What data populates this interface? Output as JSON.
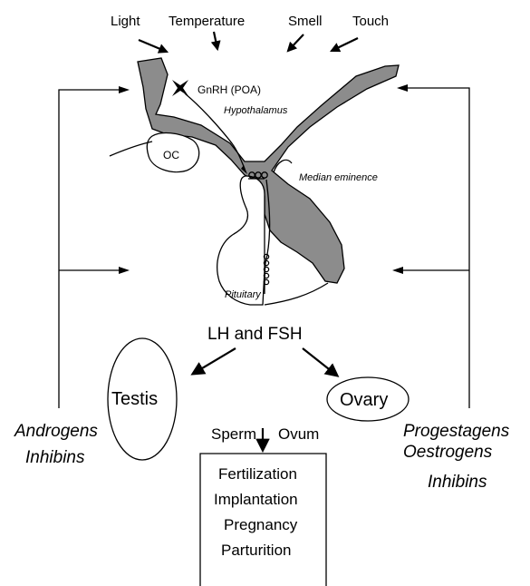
{
  "stimuli": {
    "light": "Light",
    "temperature": "Temperature",
    "smell": "Smell",
    "touch": "Touch"
  },
  "brain": {
    "gnrh": "GnRH (POA)",
    "hypothalamus": "Hypothalamus",
    "oc": "OC",
    "median_eminence": "Median eminence",
    "pituitary": "Pituitary"
  },
  "hormones": {
    "lh_fsh": "LH and FSH"
  },
  "gonads": {
    "testis": "Testis",
    "ovary": "Ovary"
  },
  "gametes": {
    "sperm": "Sperm",
    "ovum": "Ovum"
  },
  "outcomes": [
    "Fertilization",
    "Implantation",
    "Pregnancy",
    "Parturition"
  ],
  "feedback_left": [
    "Androgens",
    "Inhibins"
  ],
  "feedback_right": [
    "Progestagens",
    "Oestrogens",
    "Inhibins"
  ],
  "colors": {
    "tissue": "#8c8c8c",
    "ink": "#000000"
  }
}
